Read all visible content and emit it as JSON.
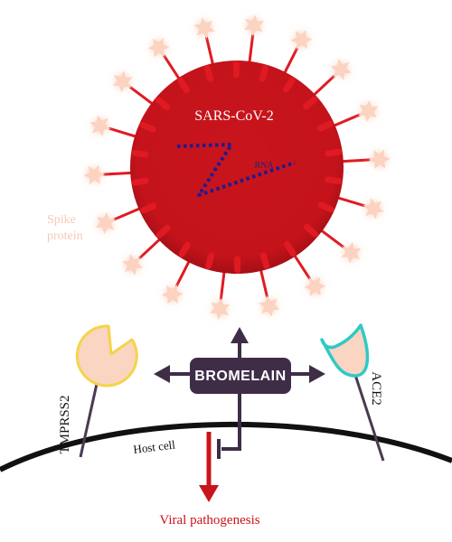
{
  "labels": {
    "virus": "SARS-CoV-2",
    "rna": "RNA",
    "spike": [
      "Spike",
      "protein"
    ],
    "tmprss2": "TMPRSS2",
    "ace2": "ACE2",
    "host_cell": "Host cell",
    "bromelain": "BROMELAIN",
    "outcome": "Viral pathogenesis"
  },
  "colors": {
    "virus_body": "#c4131b",
    "spike_star": "#fbd3c0",
    "spike_stalk": "#e01a22",
    "rna": "#241a8c",
    "bromelain_box": "#3f2d48",
    "arrow": "#3f2d48",
    "outcome_arrow": "#c8141a",
    "tmprss2_rim": "#f5d34a",
    "ace2_rim": "#2fc9c6",
    "membrane": "#111111"
  }
}
